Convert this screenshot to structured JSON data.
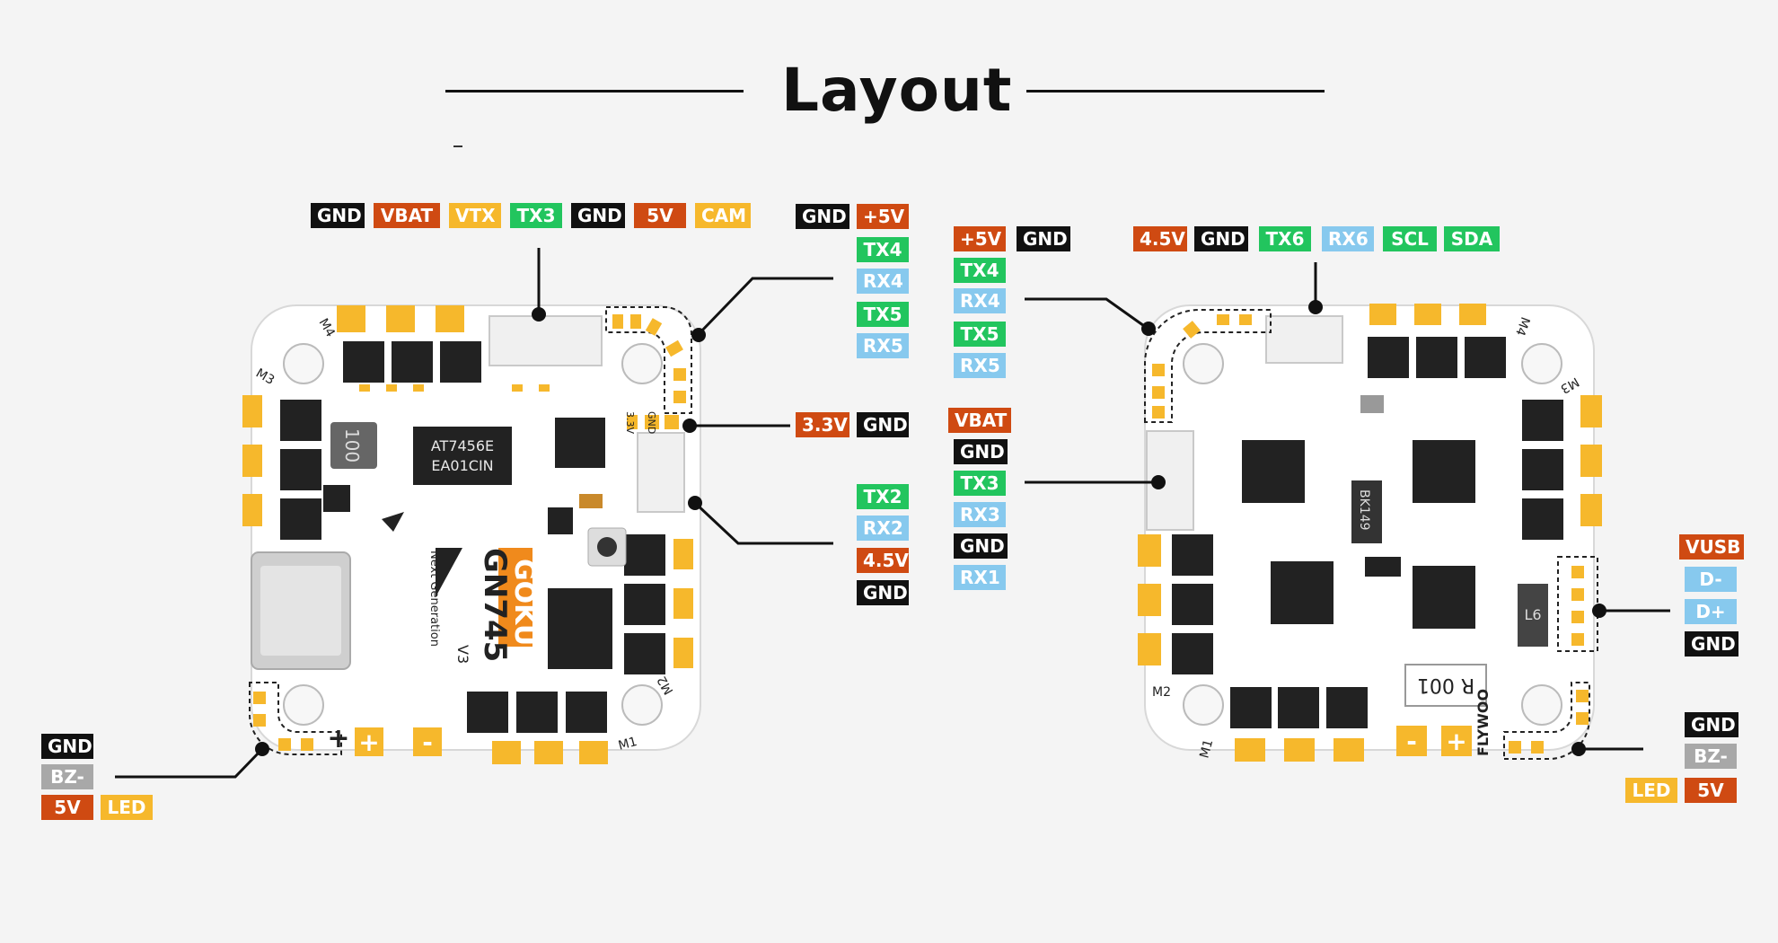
{
  "title": "Layout",
  "colors": {
    "black": "#111111",
    "orange": "#cf4a12",
    "yellow": "#f6b82c",
    "green": "#22c55e",
    "blue": "#87c9ee",
    "grey": "#a8a8a8"
  },
  "left_board": {
    "top_connector": [
      "GND",
      "VBAT",
      "VTX",
      "TX3",
      "GND",
      "5V",
      "CAM"
    ],
    "top_right_header": [
      "GND",
      "+5V"
    ],
    "uart_4_5": [
      "TX4",
      "RX4",
      "TX5",
      "RX5"
    ],
    "power_pad": [
      "3.3V",
      "GND"
    ],
    "uart_2": [
      "TX2",
      "RX2",
      "4.5V",
      "GND"
    ],
    "buzzer_led": [
      "GND",
      "BZ-",
      "5V",
      "LED"
    ],
    "silkscreen": {
      "osd_chip": "AT7456E",
      "osd_chip_code": "EA01CIN",
      "inductor": "100",
      "brand": "GOKU",
      "model": "GN745",
      "version": "V3",
      "tagline": "Next Generation",
      "motor_labels": [
        "M1",
        "M2",
        "M3",
        "M4"
      ],
      "small_labels": [
        "3.3V",
        "GND"
      ],
      "polarity": [
        "+",
        "-"
      ]
    }
  },
  "right_board": {
    "top_connector": [
      "4.5V",
      "GND",
      "TX6",
      "RX6",
      "SCL",
      "SDA"
    ],
    "uart_4_5_header": [
      "+5V",
      "GND"
    ],
    "uart_4_5": [
      "TX4",
      "RX4",
      "TX5",
      "RX5"
    ],
    "side_connector": [
      "VBAT",
      "GND",
      "TX3",
      "RX3",
      "GND",
      "RX1"
    ],
    "usb_pads": [
      "VUSB",
      "D-",
      "D+",
      "GND"
    ],
    "buzzer_led": [
      "GND",
      "BZ-",
      "LED",
      "5V"
    ],
    "silkscreen": {
      "resistor": "R 001",
      "diode": "L6",
      "chip": "BK149",
      "brand": "FLYWOO",
      "motor_labels": [
        "M1",
        "M2",
        "M3",
        "M4"
      ],
      "polarity": [
        "-",
        "+"
      ]
    }
  }
}
